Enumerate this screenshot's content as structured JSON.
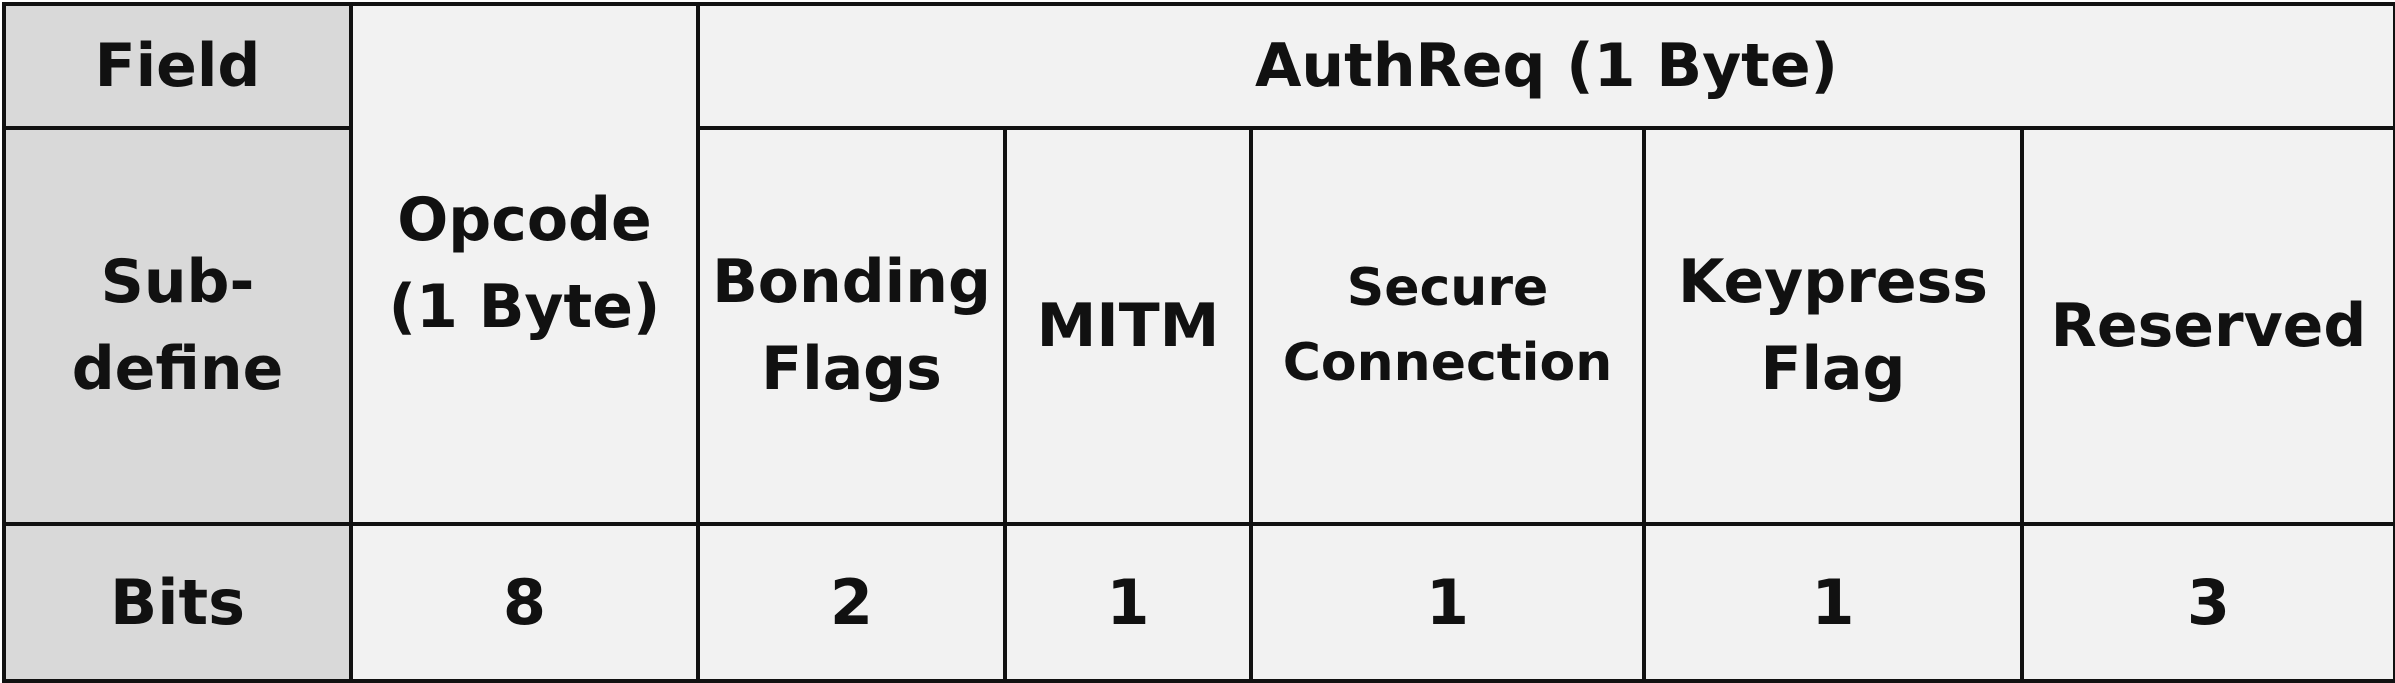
{
  "colors": {
    "label_cell_bg": "#d9d9d9",
    "cell_bg": "#f2f2f2",
    "border": "#111111",
    "text": "#111111"
  },
  "labels": {
    "field": "Field",
    "subdefine": "Sub-\ndefine",
    "bits": "Bits"
  },
  "fields": {
    "opcode": "Opcode\n(1 Byte)",
    "authreq": "AuthReq (1 Byte)"
  },
  "subfields": [
    {
      "name": "Bonding\nFlags",
      "bits": "2"
    },
    {
      "name": "MITM",
      "bits": "1"
    },
    {
      "name": "Secure\nConnection",
      "bits": "1"
    },
    {
      "name": "Keypress\nFlag",
      "bits": "1"
    },
    {
      "name": "Reserved",
      "bits": "3"
    }
  ],
  "opcode_bits": "8"
}
